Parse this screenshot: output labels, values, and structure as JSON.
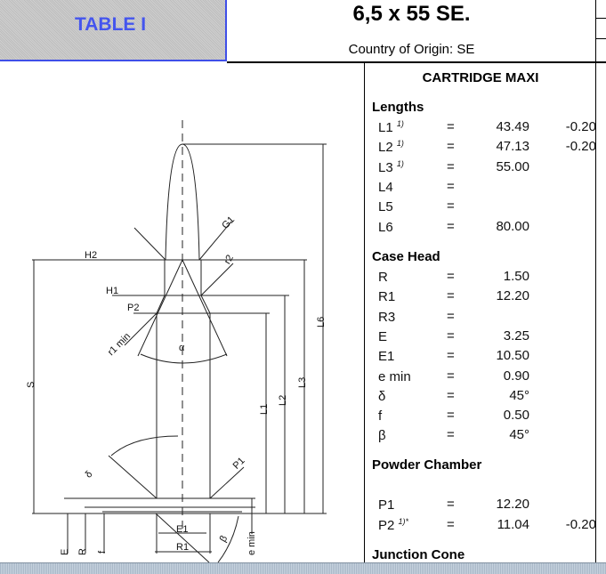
{
  "header": {
    "table_label": "TABLE I",
    "title": "6,5 x 55 SE.",
    "origin": "Country of Origin: SE"
  },
  "panel": {
    "title": "CARTRIDGE MAXI",
    "sections": {
      "lengths": {
        "title": "Lengths",
        "rows": [
          {
            "label": "L1",
            "note": "1)",
            "eq": "=",
            "value": "43.49",
            "tol": "-0.20"
          },
          {
            "label": "L2",
            "note": "1)",
            "eq": "=",
            "value": "47.13",
            "tol": "-0.20"
          },
          {
            "label": "L3",
            "note": "1)",
            "eq": "=",
            "value": "55.00",
            "tol": ""
          },
          {
            "label": "L4",
            "note": "",
            "eq": "=",
            "value": "",
            "tol": ""
          },
          {
            "label": "L5",
            "note": "",
            "eq": "=",
            "value": "",
            "tol": ""
          },
          {
            "label": "L6",
            "note": "",
            "eq": "=",
            "value": "80.00",
            "tol": ""
          }
        ]
      },
      "case_head": {
        "title": "Case Head",
        "rows": [
          {
            "label": "R",
            "eq": "=",
            "value": "1.50"
          },
          {
            "label": "R1",
            "eq": "=",
            "value": "12.20"
          },
          {
            "label": "R3",
            "eq": "=",
            "value": ""
          },
          {
            "label": "E",
            "eq": "=",
            "value": "3.25"
          },
          {
            "label": "E1",
            "eq": "=",
            "value": "10.50"
          },
          {
            "label": "e min",
            "eq": "=",
            "value": "0.90"
          },
          {
            "label": "δ",
            "eq": "=",
            "value": "45°"
          },
          {
            "label": "f",
            "eq": "=",
            "value": "0.50"
          },
          {
            "label": "β",
            "eq": "=",
            "value": "45°"
          }
        ]
      },
      "powder_chamber": {
        "title": "Powder Chamber",
        "rows": [
          {
            "label": "P1",
            "note": "",
            "eq": "=",
            "value": "12.20",
            "tol": ""
          },
          {
            "label": "P2",
            "note": "1)*",
            "eq": "=",
            "value": "11.04",
            "tol": "-0.20"
          }
        ]
      },
      "junction_cone": {
        "title": "Junction Cone"
      }
    }
  },
  "drawing": {
    "labels": {
      "H2": "H2",
      "H1": "H1",
      "P2": "P2",
      "G1": "G1",
      "r2": "r2",
      "r1min": "r1 min",
      "alpha": "α",
      "S": "S",
      "L1": "L1",
      "L2": "L2",
      "L3": "L3",
      "L6": "L6",
      "delta": "δ",
      "P1": "P1",
      "E": "E",
      "R": "R",
      "f": "f",
      "E1": "E1",
      "R1": "R1",
      "beta": "β",
      "emin": "e min"
    }
  }
}
